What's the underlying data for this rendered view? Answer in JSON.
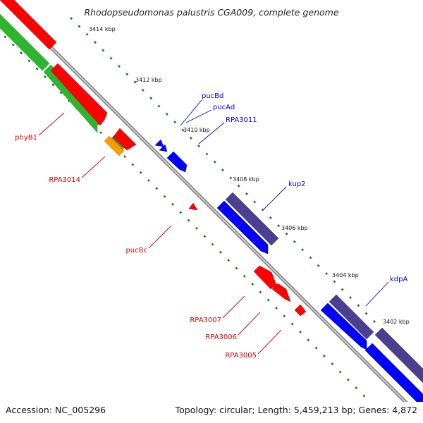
{
  "title": "Rhodopseudomonas palustris CGA009, complete genome",
  "accession": "Accession: NC_005296",
  "summary": "Topology: circular; Length: 5,459,213 bp; Genes: 4,872",
  "colors": {
    "backbone": "#808080",
    "ruler": "#0a7a0a",
    "forward_gene": "#ff0000",
    "reverse_gene": "#0000ff",
    "cds": "#2db52d",
    "rna": "#ff9900",
    "protein_track": "#4b3f8f",
    "label_red": "#cc0000",
    "label_blue": "#0000cc"
  },
  "ruler_ticks": [
    {
      "label": "3414 kbp",
      "kbp": 3414
    },
    {
      "label": "3412 kbp",
      "kbp": 3412
    },
    {
      "label": "3410 kbp",
      "kbp": 3410
    },
    {
      "label": "3408 kbp",
      "kbp": 3408
    },
    {
      "label": "3406 kbp",
      "kbp": 3406
    },
    {
      "label": "3404 kbp",
      "kbp": 3404
    },
    {
      "label": "3402 kbp",
      "kbp": 3402
    }
  ],
  "gene_labels": [
    {
      "name": "phyB1",
      "strand": "forward"
    },
    {
      "name": "RPA3014",
      "strand": "forward"
    },
    {
      "name": "pucBc",
      "strand": "forward"
    },
    {
      "name": "RPA3007",
      "strand": "forward"
    },
    {
      "name": "RPA3006",
      "strand": "forward"
    },
    {
      "name": "RPA3005",
      "strand": "forward"
    },
    {
      "name": "pucBd",
      "strand": "reverse"
    },
    {
      "name": "pucAd",
      "strand": "reverse"
    },
    {
      "name": "RPA3011",
      "strand": "reverse"
    },
    {
      "name": "kup2",
      "strand": "reverse"
    },
    {
      "name": "kdpA",
      "strand": "reverse"
    }
  ]
}
